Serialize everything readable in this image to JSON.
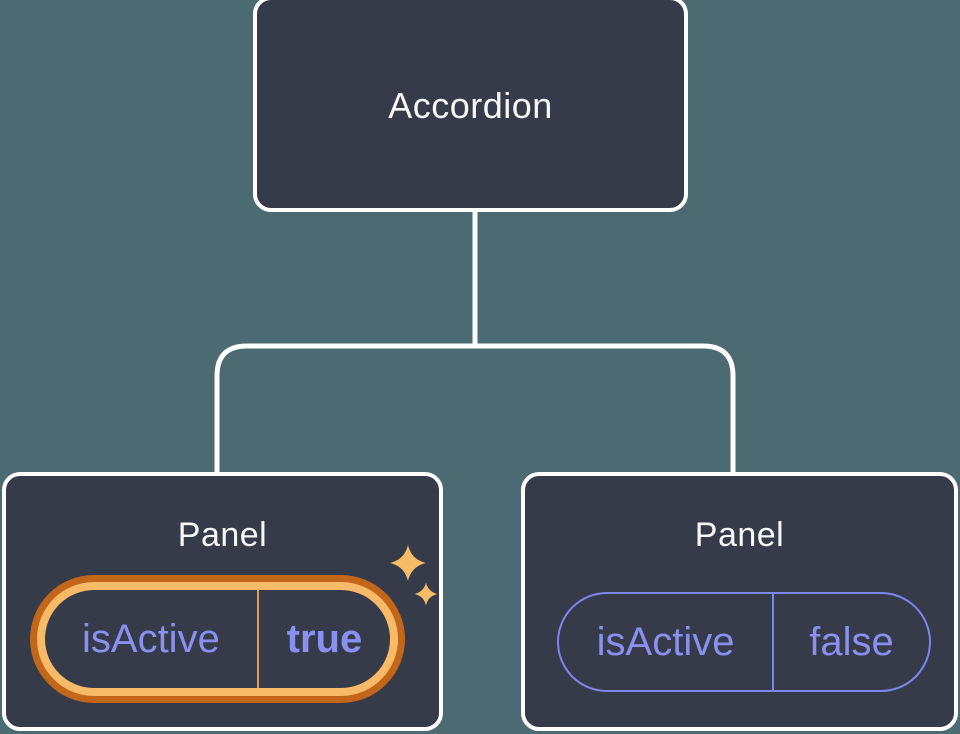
{
  "diagram": {
    "title_hint": "component tree with props",
    "root": {
      "label": "Accordion"
    },
    "panels": [
      {
        "label": "Panel",
        "prop_name": "isActive",
        "prop_value": "true",
        "highlighted": true,
        "state": "active"
      },
      {
        "label": "Panel",
        "prop_name": "isActive",
        "prop_value": "false",
        "highlighted": false,
        "state": "inactive"
      }
    ]
  },
  "icons": [
    {
      "name": "sparkle-large-icon",
      "meaning": "state changed / active highlight"
    },
    {
      "name": "sparkle-small-icon",
      "meaning": "state changed / active highlight"
    }
  ],
  "colors": {
    "background": "#4C6A72",
    "node_fill": "#353B48",
    "node_border": "#FFFFFF",
    "connector": "#FFFFFF",
    "label_text": "#F6F7F9",
    "prop_text": "#8A90F0",
    "pill_border": "#7D87F0",
    "highlight_outer": "#C2661A",
    "highlight_inner": "#F8BA67",
    "highlight_divider": "#E3A04A",
    "sparkle": "#F6BC66"
  }
}
